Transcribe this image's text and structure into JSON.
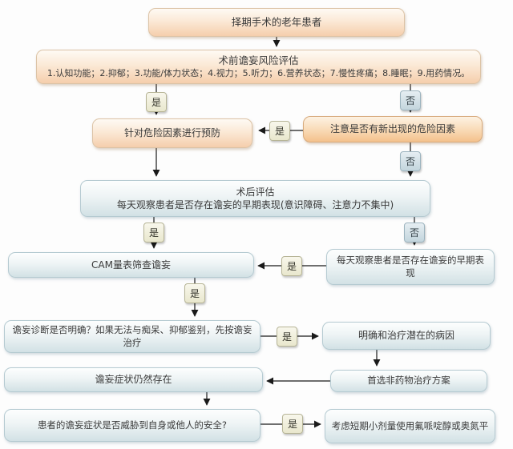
{
  "labels": {
    "yes": "是",
    "no": "否"
  },
  "nodes": {
    "start": {
      "text": "择期手术的老年患者"
    },
    "preop": {
      "title": "术前谵妄风险评估",
      "items": "1.认知功能；2.抑郁；3.功能/体力状态；4.视力；5.听力；6.营养状态；7.慢性疼痛；8.睡眠；9.用药情况。"
    },
    "prevent": {
      "text": "针对危险因素进行预防"
    },
    "newrisk": {
      "text": "注意是否有新出现的危险因素"
    },
    "postop": {
      "title": "术后评估",
      "subtitle": "每天观察患者是否存在谵妄的早期表现(意识障碍、注意力不集中)"
    },
    "cam": {
      "text": "CAM量表筛查谵妄"
    },
    "daily": {
      "text": "每天观察患者是否存在谵妄的早期表现"
    },
    "diagnosis": {
      "text": "谵妄诊断是否明确？如果无法与痴呆、抑郁鉴别，先按谵妄治疗"
    },
    "causes": {
      "text": "明确和治疗潜在的病因"
    },
    "persist": {
      "text": "谵妄症状仍然存在"
    },
    "nonpharm": {
      "text": "首选非药物治疗方案"
    },
    "threat": {
      "text": "患者的谵妄症状是否威胁到自身或他人的安全?"
    },
    "medication": {
      "text": "考虑短期小剂量使用氟哌啶醇或奥氮平"
    }
  },
  "colors": {
    "peach_accent": "#f5ceac",
    "orange_accent": "#f4c18c",
    "blue_accent": "#d2e1e5",
    "yes_badge": "#e9e7cd",
    "no_badge": "#c3d5dd",
    "line": "#1a1a1a"
  }
}
